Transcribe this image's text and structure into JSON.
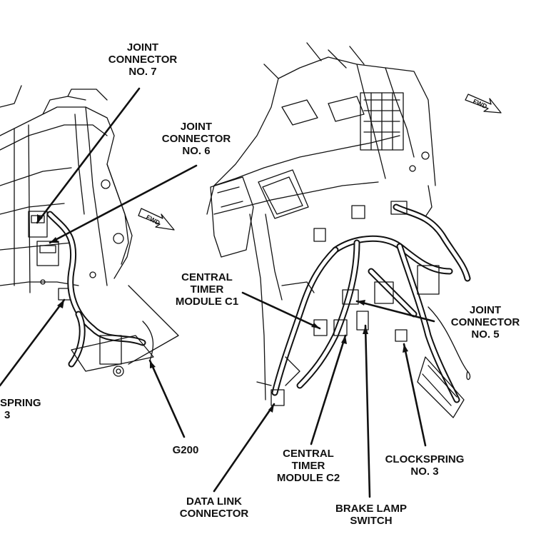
{
  "labels": {
    "joint_connector_7": [
      "JOINT",
      "CONNECTOR",
      "NO. 7"
    ],
    "joint_connector_6": [
      "JOINT",
      "CONNECTOR",
      "NO. 6"
    ],
    "central_timer_c1": [
      "CENTRAL",
      "TIMER",
      "MODULE C1"
    ],
    "joint_connector_5": [
      "JOINT",
      "CONNECTOR",
      "NO. 5"
    ],
    "clockspring_left": [
      "SPRING",
      "3"
    ],
    "g200": "G200",
    "central_timer_c2": [
      "CENTRAL",
      "TIMER",
      "MODULE C2"
    ],
    "clockspring_right": [
      "CLOCKSPRING",
      "NO. 3"
    ],
    "data_link_connector": [
      "DATA LINK",
      "CONNECTOR"
    ],
    "brake_lamp_switch": [
      "BRAKE LAMP",
      "SWITCH"
    ]
  },
  "fwd_left": "FWD",
  "fwd_right": "FWD"
}
